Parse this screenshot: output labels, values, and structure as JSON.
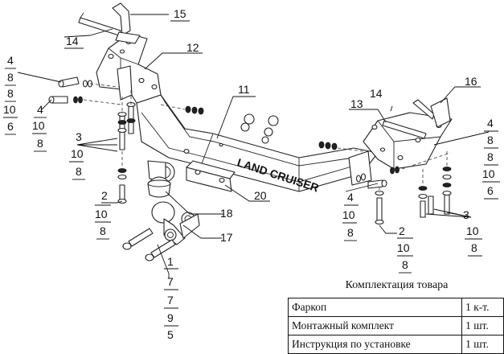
{
  "diagram": {
    "callouts": {
      "c15": "15",
      "c14a": "14",
      "c12": "12",
      "c11": "11",
      "c14b": "14",
      "c13": "13",
      "c16": "16",
      "c20": "20",
      "c18": "18",
      "c17": "17",
      "c1": "1",
      "c2l": "2",
      "c2r": "2"
    },
    "stack_left_top": [
      "4",
      "8",
      "8",
      "10",
      "6"
    ],
    "stack_left_mid": [
      "4",
      "10",
      "8"
    ],
    "stack_left_3": [
      "3",
      "10",
      "8"
    ],
    "stack_left_2": [
      "10",
      "8"
    ],
    "stack_right_top": [
      "4",
      "8",
      "8",
      "10",
      "6"
    ],
    "stack_right_mid": [
      "4",
      "10",
      "8"
    ],
    "stack_right_2": [
      "10",
      "8"
    ],
    "stack_right_3": [
      "3",
      "10",
      "8"
    ],
    "stack_bottom_1": [
      "7",
      "7",
      "9",
      "5"
    ],
    "bar_text": "LAND CRUISER"
  },
  "kit": {
    "title": "Комплектация товара",
    "rows": [
      {
        "item": "Фаркоп",
        "qty": "1 к-т."
      },
      {
        "item": "Монтажный комплект",
        "qty": "1 шт."
      },
      {
        "item": "Инструкция по установке",
        "qty": "1 шт."
      }
    ]
  }
}
